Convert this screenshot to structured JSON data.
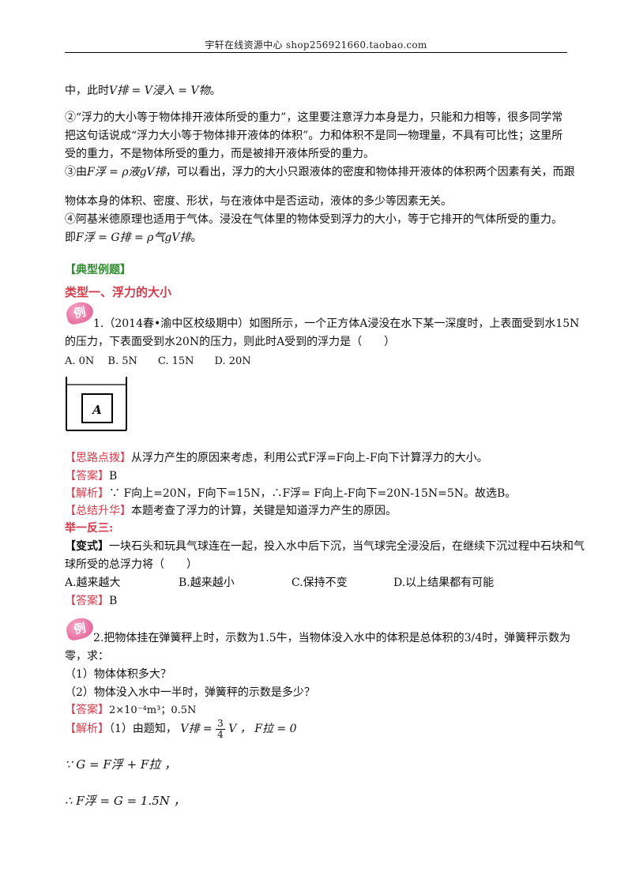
{
  "header": {
    "text": "宇轩在线资源中心 shop256921660.taobao.com"
  },
  "body": {
    "l1_pre": "中，此时",
    "l1_math": "V排 = V浸入 = V物",
    "l1_end": "。",
    "p2_1": "②“浮力的大小等于物体排开液体所受的重力”，这里要注意浮力本身是力，只能和力相等，很多同学常",
    "p2_2": "把这句话说成“浮力大小等于物体排开液体的体积”。力和体积不是同一物理量，不具有可比性；这里所",
    "p2_3": "受的重力，不是物体所受的重力，而是被排开液体所受的重力。",
    "p3_pre": "③由",
    "p3_math": "F浮 = ρ液gV排",
    "p3_1": "，可以看出，浮力的大小只跟液体的密度和物体排开液体的体积两个因素有关，而跟",
    "p3_2": "物体本身的体积、密度、形状，与在液体中是否运动，液体的多少等因素无关。",
    "p4_1": "④阿基米德原理也适用于气体。浸没在气体里的物体受到浮力的大小，等于它排开的气体所受的重力。",
    "p4_pre": "即",
    "p4_math": "F浮 = G排 = ρ气gV排",
    "p4_end": "。"
  },
  "examples_heading": "【典型例题】",
  "type1_heading": "类型一、浮力的大小",
  "badge": "例",
  "q1": {
    "l1": "1.（2014春•渝中区校级期中）如图所示，一个正方体A浸没在水下某一深度时，上表面受到水15N",
    "l2": "的压力，下表面受到水20N的压力，则此时A受到的浮力是（　　）",
    "options": "A. 0N　 B. 5N　　C. 15N　　D. 20N",
    "figure_label": "A",
    "hint_tag": "【思路点拨】",
    "hint": "从浮力产生的原因来考虑，利用公式F浮=F向上-F向下计算浮力的大小。",
    "answer_tag": "【答案】",
    "answer": "B",
    "analysis_tag": "【解析】",
    "analysis": "∵ F向上=20N，F向下=15N，∴F浮= F向上-F向下=20N-15N=5N。故选B。",
    "summary_tag": "【总结升华】",
    "summary": "本题考查了浮力的计算，关键是知道浮力产生的原因。"
  },
  "variant": {
    "heading": "举一反三:",
    "tag": "【变式】",
    "l1": "一块石头和玩具气球连在一起，投入水中后下沉，当气球完全浸没后，在继续下沉过程中石块和气",
    "l2": "球所受的总浮力将（　　）",
    "opt_a": "A.越来越大",
    "opt_b": "B.越来越小",
    "opt_c": "C.保持不变",
    "opt_d": "D.以上结果都有可能",
    "answer_tag": "【答案】",
    "answer": "B"
  },
  "q2": {
    "l1": "2.把物体挂在弹簧秤上时，示数为1.5牛，当物体没入水中的体积是总体积的3/4时，弹簧秤示数为",
    "l2": "零，求：",
    "sub1": "（1）物体体积多大？",
    "sub2": "（2）物体没入水中一半时，弹簧秤的示数是多少？",
    "answer_tag": "【答案】",
    "answer": "2×10⁻⁴m³；0.5N",
    "analysis_tag": "【解析】",
    "analysis_pre": "（1）由题知，",
    "eq1_a": "V排 =",
    "frac_num": "3",
    "frac_den": "4",
    "eq1_b": "V ，  F拉 = 0",
    "eq2": "∵ G = F浮 + F拉 ，",
    "eq3": "∴ F浮 = G = 1.5N ，"
  }
}
